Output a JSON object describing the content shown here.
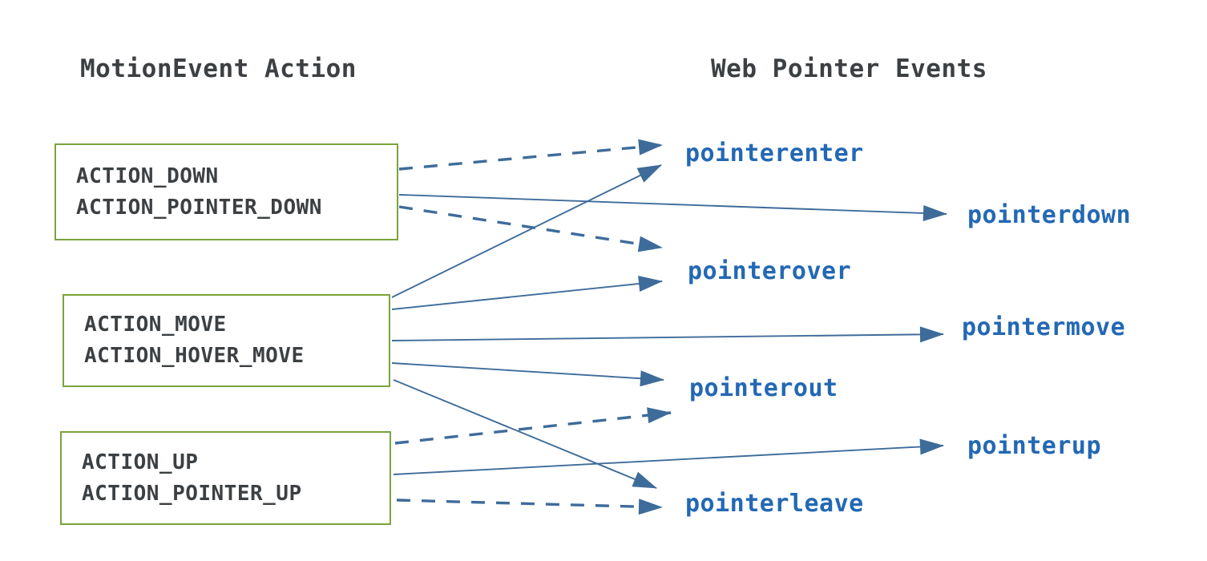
{
  "headers": {
    "left": "MotionEvent Action",
    "right": "Web Pointer Events"
  },
  "boxes": [
    {
      "id": "down",
      "lines": [
        "ACTION_DOWN",
        "ACTION_POINTER_DOWN"
      ]
    },
    {
      "id": "move",
      "lines": [
        "ACTION_MOVE",
        "ACTION_HOVER_MOVE"
      ]
    },
    {
      "id": "up",
      "lines": [
        "ACTION_UP",
        "ACTION_POINTER_UP"
      ]
    }
  ],
  "events": [
    "pointerenter",
    "pointerdown",
    "pointerover",
    "pointermove",
    "pointerout",
    "pointerup",
    "pointerleave"
  ],
  "connections": [
    {
      "from": "ACTION_DOWN / ACTION_POINTER_DOWN",
      "to": "pointerenter",
      "style": "dashed"
    },
    {
      "from": "ACTION_DOWN / ACTION_POINTER_DOWN",
      "to": "pointerdown",
      "style": "solid"
    },
    {
      "from": "ACTION_DOWN / ACTION_POINTER_DOWN",
      "to": "pointerover",
      "style": "dashed"
    },
    {
      "from": "ACTION_MOVE / ACTION_HOVER_MOVE",
      "to": "pointerenter",
      "style": "solid"
    },
    {
      "from": "ACTION_MOVE / ACTION_HOVER_MOVE",
      "to": "pointerover",
      "style": "solid"
    },
    {
      "from": "ACTION_MOVE / ACTION_HOVER_MOVE",
      "to": "pointermove",
      "style": "solid"
    },
    {
      "from": "ACTION_MOVE / ACTION_HOVER_MOVE",
      "to": "pointerout",
      "style": "solid"
    },
    {
      "from": "ACTION_MOVE / ACTION_HOVER_MOVE",
      "to": "pointerleave",
      "style": "solid"
    },
    {
      "from": "ACTION_UP / ACTION_POINTER_UP",
      "to": "pointerout",
      "style": "dashed"
    },
    {
      "from": "ACTION_UP / ACTION_POINTER_UP",
      "to": "pointerup",
      "style": "solid"
    },
    {
      "from": "ACTION_UP / ACTION_POINTER_UP",
      "to": "pointerleave",
      "style": "dashed"
    }
  ],
  "colors": {
    "box_border": "#7aa33c",
    "dark_text": "#3c4043",
    "event_text": "#2368b4",
    "arrow": "#3e6c9a",
    "background": "#ffffff"
  }
}
